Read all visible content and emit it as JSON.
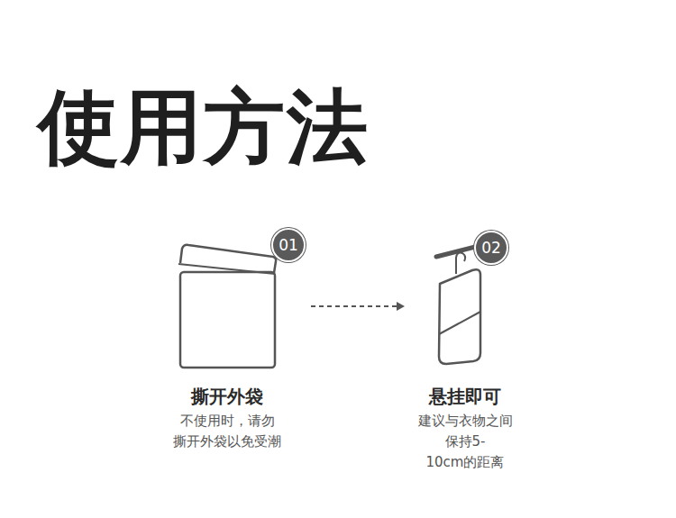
{
  "diagram": {
    "title": "使用方法",
    "nodes": [
      {
        "text": [
          "01"
        ]
      },
      {
        "text": [
          "02"
        ]
      }
    ],
    "labels": [
      "撕开外袋",
      "不使用时，请勿 撕开外袋以免受潮",
      "悬挂即可",
      "建议与衣物之间 保持5-10cm的距离"
    ]
  }
}
